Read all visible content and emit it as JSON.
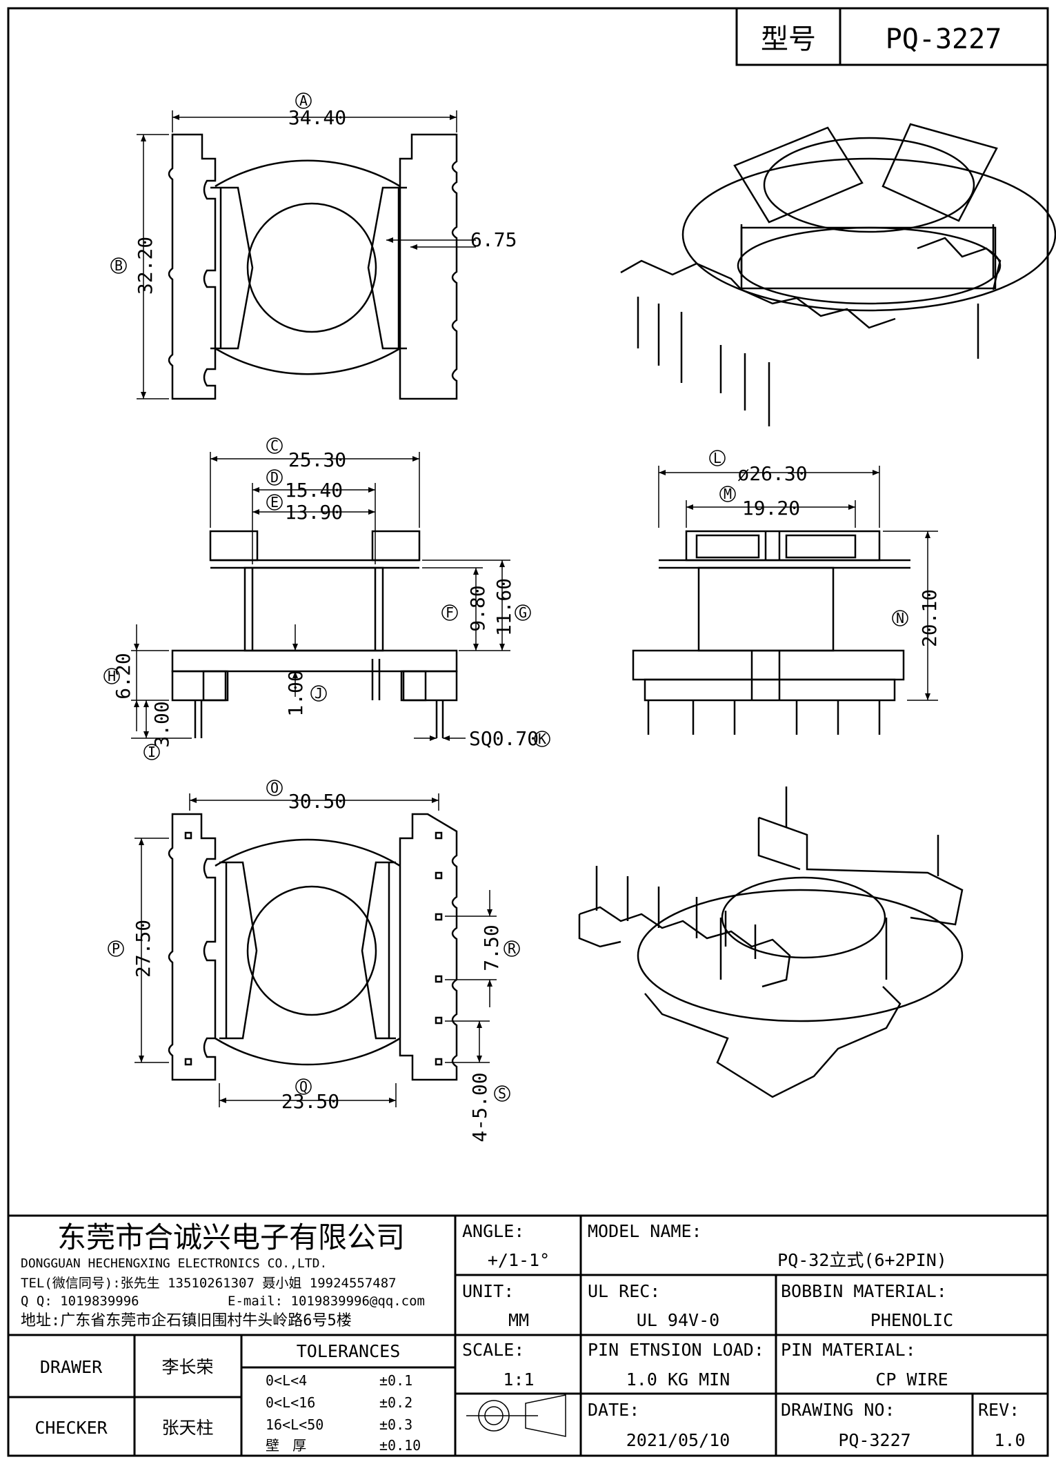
{
  "model_box": {
    "label": "型号",
    "value": "PQ-3227"
  },
  "top_view": {
    "width": "34.40",
    "width_tag": "A",
    "height": "32.20",
    "height_tag": "B",
    "slot": "6.75"
  },
  "front_view": {
    "c": "25.30",
    "c_tag": "C",
    "d": "15.40",
    "d_tag": "D",
    "e": "13.90",
    "e_tag": "E",
    "f": "9.80",
    "f_tag": "F",
    "g": "11.60",
    "g_tag": "G",
    "h": "6.20",
    "h_tag": "H",
    "i": "3.00",
    "i_tag": "I",
    "j": "1.00",
    "j_tag": "J",
    "k": "SQ0.70",
    "k_tag": "K"
  },
  "side_view": {
    "l": "ø26.30",
    "l_tag": "L",
    "m": "19.20",
    "m_tag": "M",
    "n": "20.10",
    "n_tag": "N"
  },
  "bottom_view": {
    "o": "30.50",
    "o_tag": "O",
    "p": "27.50",
    "p_tag": "P",
    "q": "23.50",
    "q_tag": "Q",
    "r": "7.50",
    "r_tag": "R",
    "s": "4-5.00",
    "s_tag": "S"
  },
  "title_block": {
    "company_cn": "东莞市合诚兴电子有限公司",
    "company_en": "DONGGUAN HECHENGXING ELECTRONICS CO.,LTD.",
    "tel": "TEL(微信同号):张先生 13510261307 聂小姐 19924557487",
    "qq": "Q Q: 1019839996",
    "email": "E-mail: 1019839996@qq.com",
    "address": "地址:广东省东莞市企石镇旧围村牛头岭路6号5楼",
    "angle_label": "ANGLE:",
    "angle_value": "+/1-1°",
    "unit_label": "UNIT:",
    "unit_value": "MM",
    "scale_label": "SCALE:",
    "scale_value": "1:1",
    "model_name_label": "MODEL NAME:",
    "model_name_value": "PQ-32立式(6+2PIN)",
    "ul_label": "UL REC:",
    "ul_value": "UL 94V-0",
    "bobbin_label": "BOBBIN MATERIAL:",
    "bobbin_value": "PHENOLIC",
    "pin_load_label": "PIN ETNSION LOAD:",
    "pin_load_value": "1.0 KG MIN",
    "pin_material_label": "PIN MATERIAL:",
    "pin_material_value": "CP WIRE",
    "date_label": "DATE:",
    "date_value": "2021/05/10",
    "drawing_no_label": "DRAWING NO:",
    "drawing_no_value": "PQ-3227",
    "rev_label": "REV:",
    "rev_value": "1.0",
    "drawer_label": "DRAWER",
    "drawer_name": "李长荣",
    "checker_label": "CHECKER",
    "checker_name": "张天柱",
    "tolerances_title": "TOLERANCES",
    "tolerances": [
      {
        "range": "0<L<4",
        "value": "±0.1"
      },
      {
        "range": "0<L<16",
        "value": "±0.2"
      },
      {
        "range": "16<L<50",
        "value": "±0.3"
      },
      {
        "range": "壁   厚",
        "value": "±0.10"
      }
    ]
  }
}
